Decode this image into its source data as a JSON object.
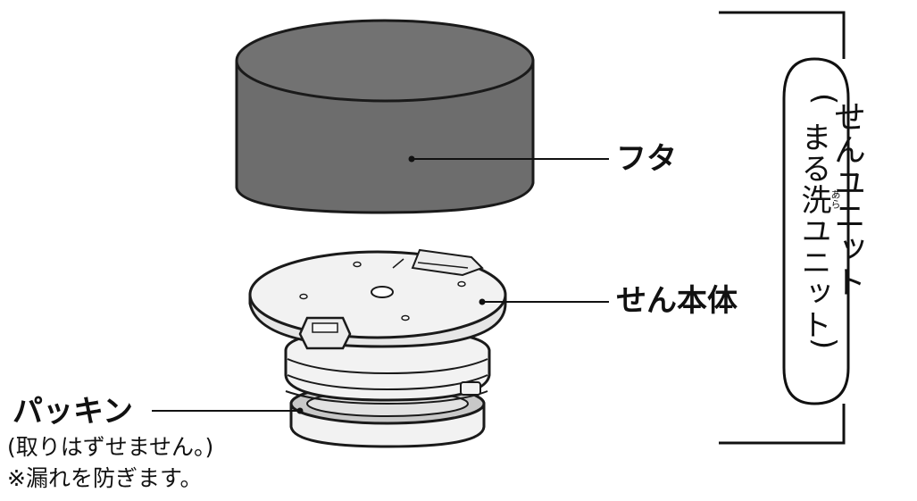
{
  "labels": {
    "lid": "フタ",
    "plug_body": "せん本体",
    "packing": "パッキン",
    "packing_note_1": "(取りはずせません。)",
    "packing_note_2": "※漏れを防ぎます。"
  },
  "unit_bracket": {
    "title": "せんユニット",
    "subtitle_open": "(",
    "subtitle_main": "まる洗ユニット",
    "subtitle_close": ")",
    "ruby": "あら"
  },
  "colors": {
    "lid": "#6d6d6d",
    "lid_top": "#727272",
    "plug_body": "#f0f0f0",
    "packing": "#c8c8c8",
    "outline": "#1a1a1a"
  }
}
